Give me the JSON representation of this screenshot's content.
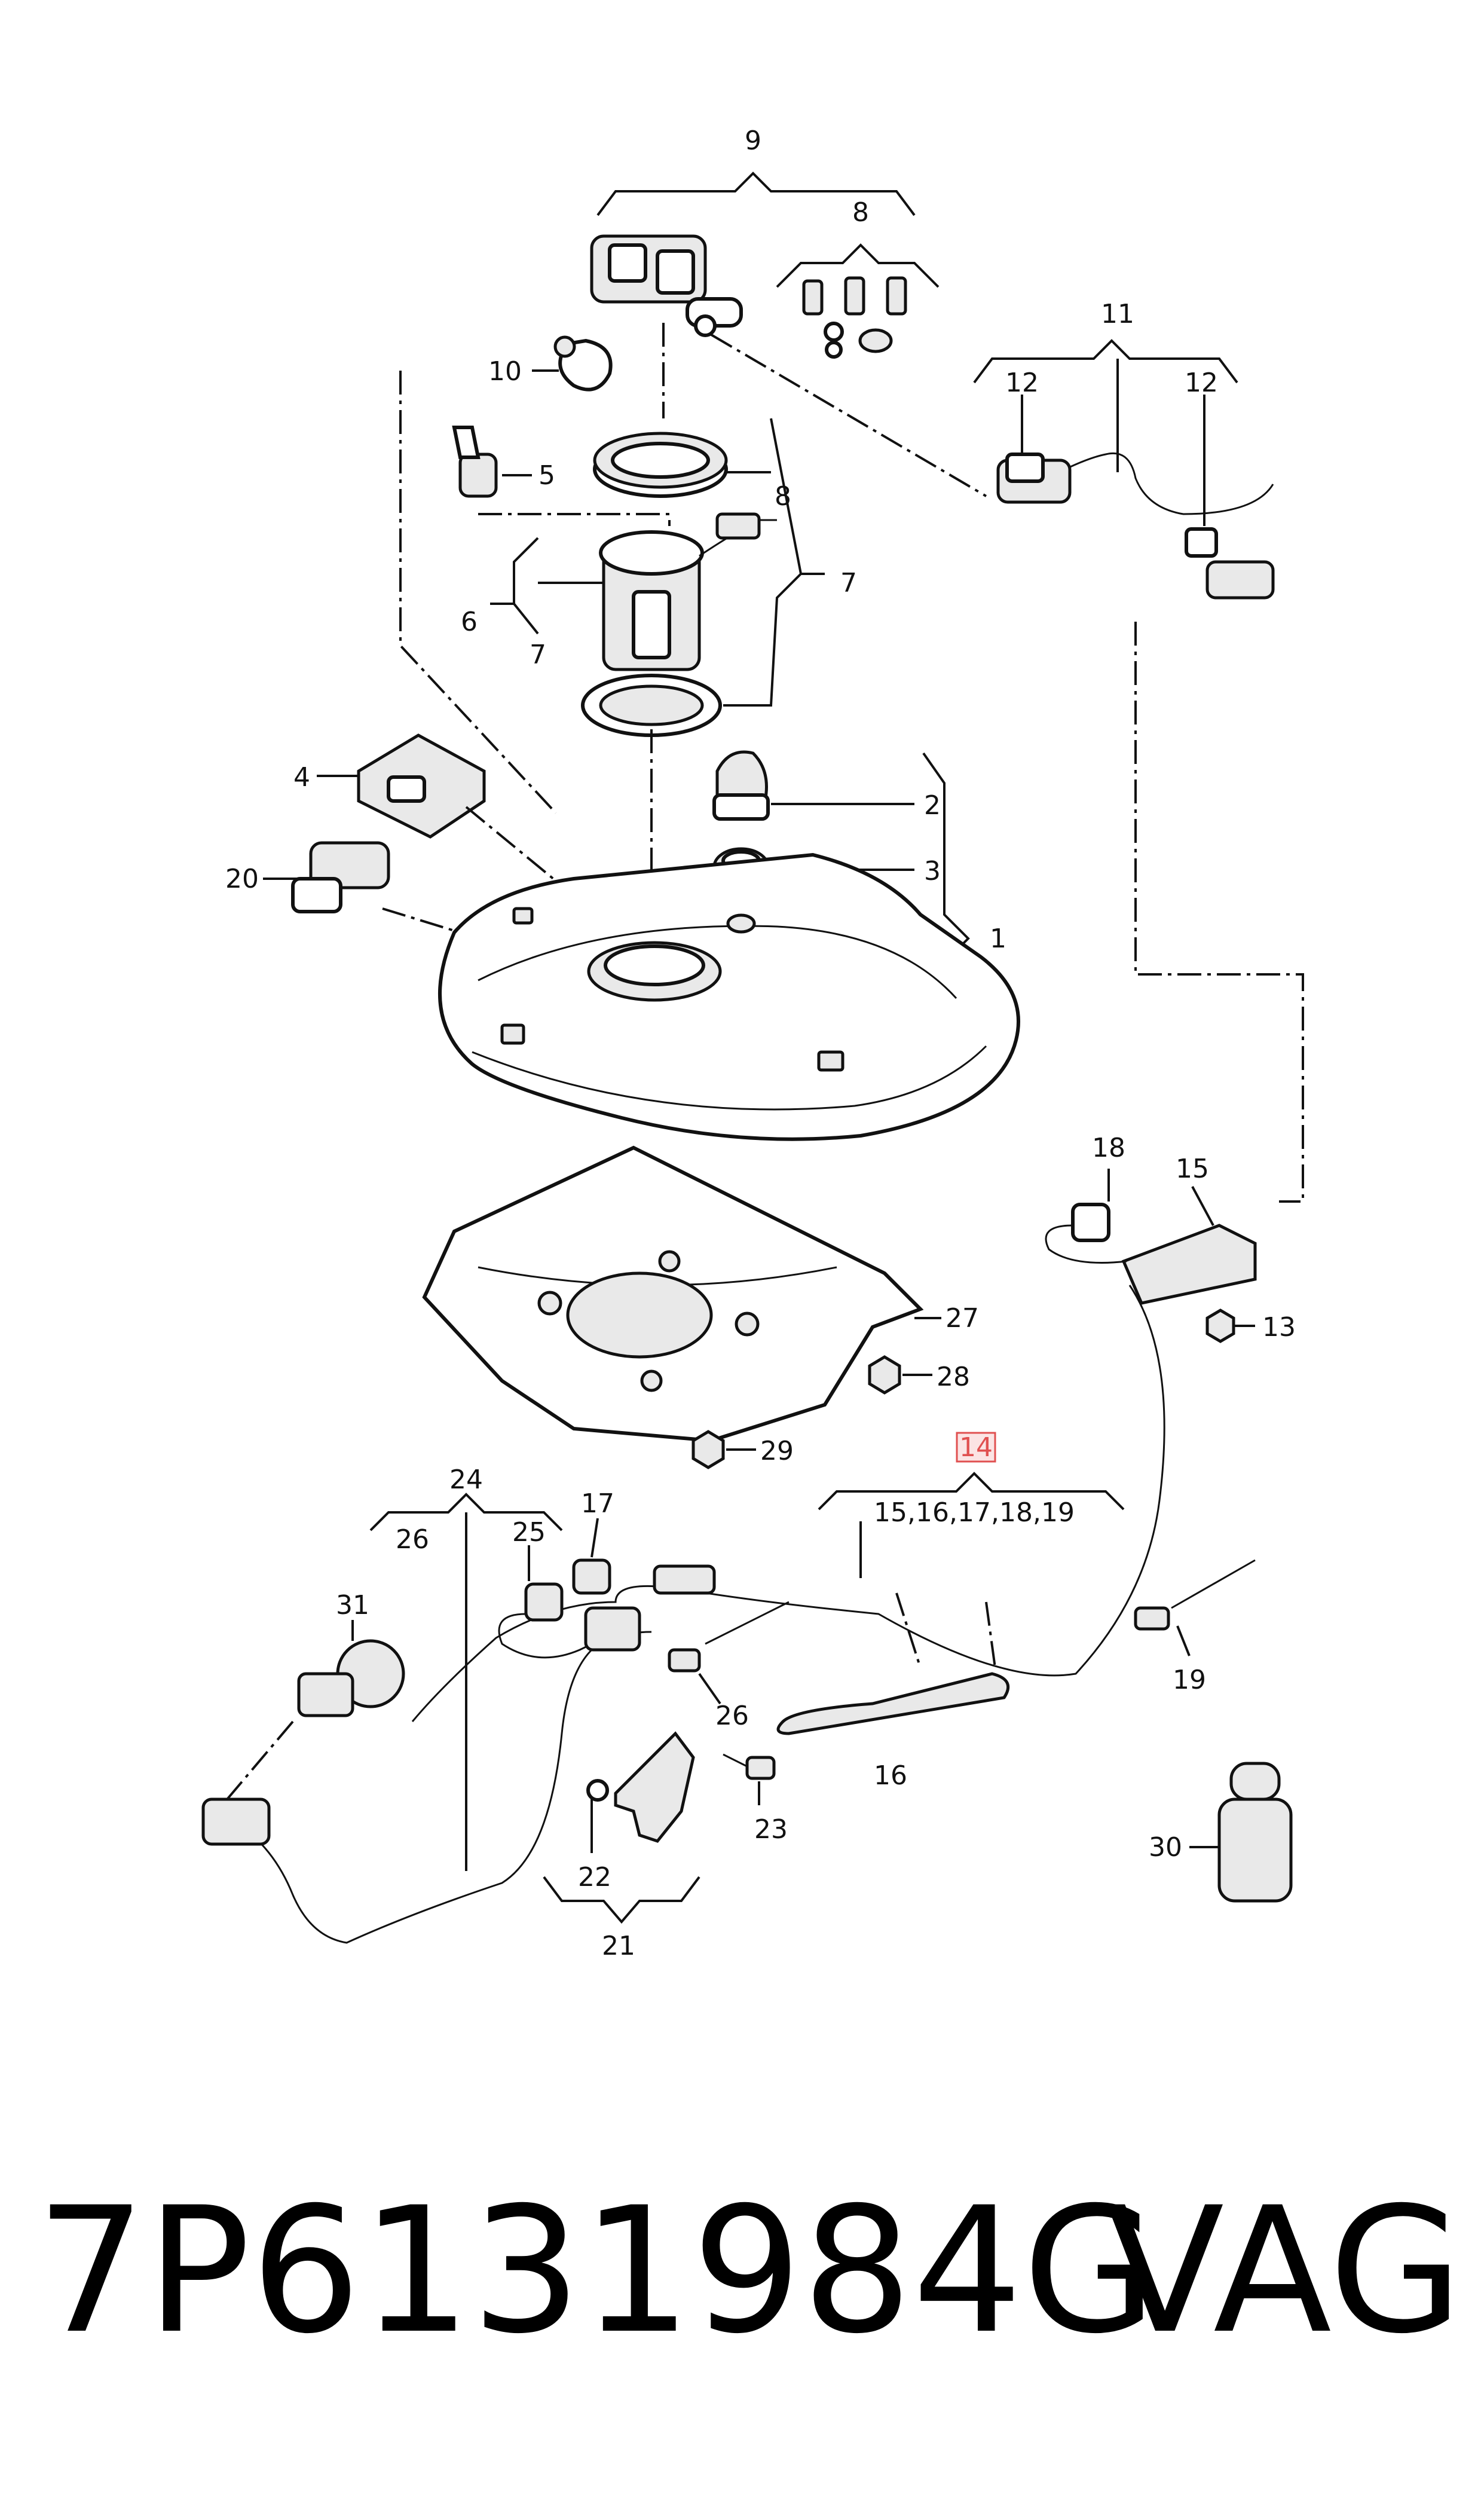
{
  "callouts": {
    "c1": "1",
    "c2": "2",
    "c3": "3",
    "c4": "4",
    "c5": "5",
    "c6": "6",
    "c7a": "7",
    "c7b": "7",
    "c8a": "8",
    "c8b": "8",
    "c9": "9",
    "c10": "10",
    "c11": "11",
    "c12a": "12",
    "c12b": "12",
    "c13": "13",
    "c14": "14",
    "c14_sub": "15,16,17,18,19",
    "c15": "15",
    "c16": "16",
    "c17": "17",
    "c18": "18",
    "c19": "19",
    "c20": "20",
    "c21": "21",
    "c22": "22",
    "c23": "23",
    "c24": "24",
    "c25": "25",
    "c26a": "26",
    "c26b": "26",
    "c27": "27",
    "c28": "28",
    "c29": "29",
    "c30": "30",
    "c31": "31"
  },
  "colors": {
    "highlight": "#e05050",
    "highlight_fill": "#fbe4e4"
  },
  "caption": {
    "part_number": "7P6131984G",
    "brand": "VAG"
  }
}
